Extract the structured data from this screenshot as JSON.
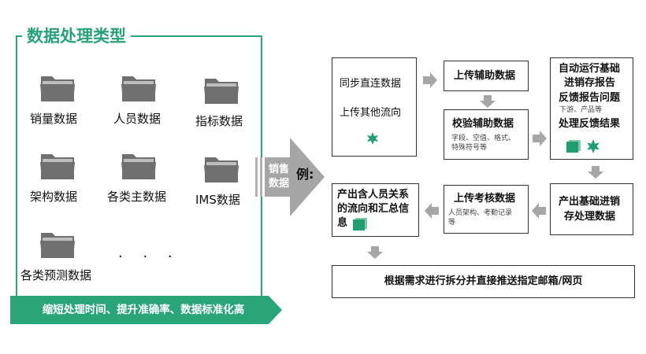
{
  "left_panel": {
    "title": "数据处理类型",
    "items": [
      {
        "label": "销量数据"
      },
      {
        "label": "人员数据"
      },
      {
        "label": "指标数据"
      },
      {
        "label": "架构数据"
      },
      {
        "label": "各类主数据"
      },
      {
        "label": "IMS数据"
      },
      {
        "label": "各类预测数据"
      }
    ],
    "more": "· · ·",
    "banner": "缩短处理时间、提升准确率、数据标准化高"
  },
  "arrow": {
    "label": "销售数据",
    "example": "例:"
  },
  "flow": {
    "box1": {
      "line1": "同步直连数据",
      "line2": "上传其他流向"
    },
    "box2": {
      "title": "上传辅助数据"
    },
    "box3": {
      "title": "校验辅助数据",
      "sub1": "字段、空值、格式、",
      "sub2": "特殊符号等"
    },
    "box4": {
      "line1": "自动运行基础",
      "line2": "进销存报告",
      "line3": "反馈报告问题",
      "sub": "下游、产品等",
      "line4": "处理反馈结果"
    },
    "box5": {
      "line1": "产出基础进销",
      "line2": "存处理数据"
    },
    "box6": {
      "title": "上传考核数据",
      "sub1": "人员架构、考勤记录",
      "sub2": "等"
    },
    "box7": {
      "line1": "产出含人员关系",
      "line2": "的流向和汇总信",
      "line3": "息"
    },
    "box8": {
      "title": "根据需求进行拆分并直接推送指定邮箱/网页"
    }
  },
  "colors": {
    "accent": "#2aa57a",
    "icon_gray": "#6f6f6f",
    "arrow_gray": "#a6a6a6"
  }
}
